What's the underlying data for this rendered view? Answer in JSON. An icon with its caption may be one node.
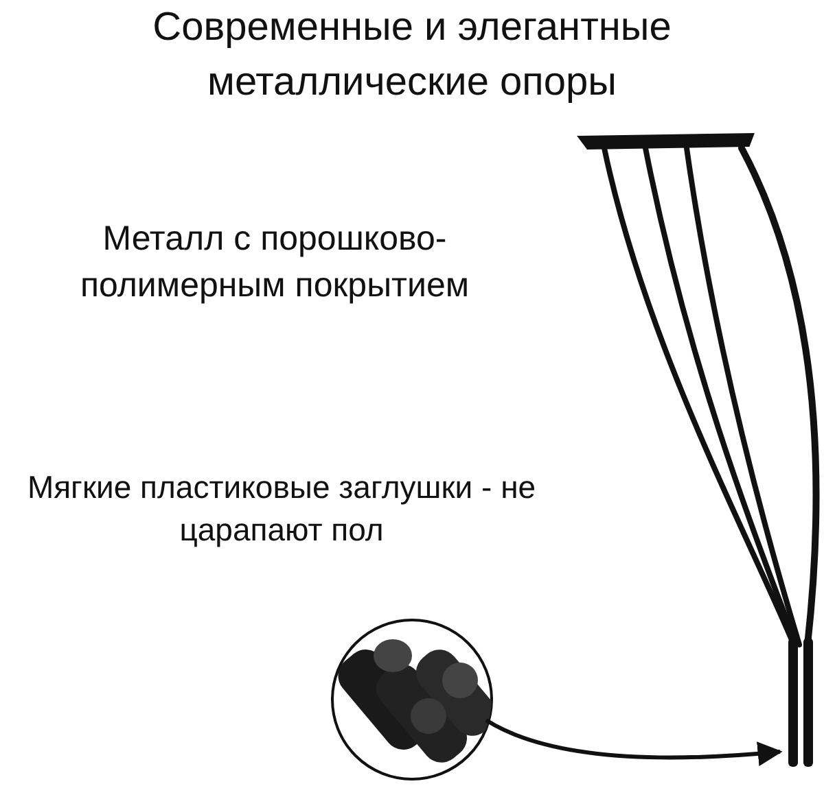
{
  "diagram": {
    "title": "Современные и элегантные металлические опоры",
    "nodes": [
      {
        "text": [],
        "shape": "picture"
      },
      {
        "text": [],
        "shape": "picture"
      }
    ],
    "edges": [
      {
        "from": 0,
        "to": 1,
        "arrow": "to"
      }
    ],
    "labels": [
      "Металл с порошково-полимерным покрытием",
      "Мягкие пластиковые заглушки - не царапают пол"
    ]
  }
}
